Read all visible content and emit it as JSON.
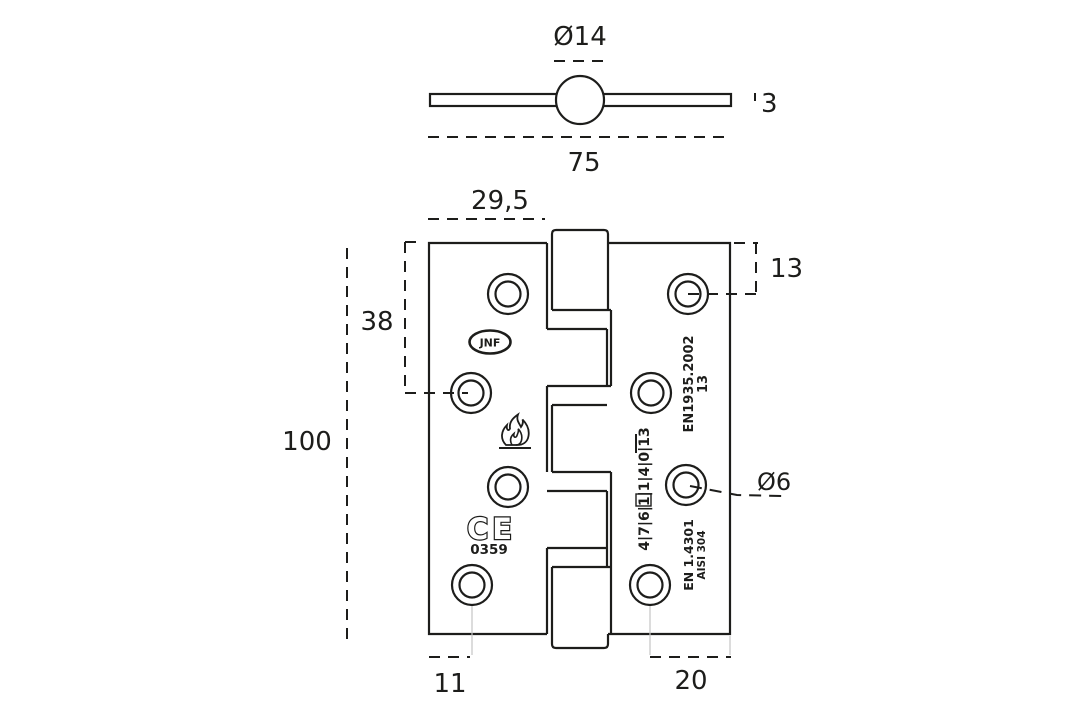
{
  "colors": {
    "line": "#1d1d1b",
    "faint": "#c4c4c4",
    "background": "#ffffff"
  },
  "top_view": {
    "pin_diameter_label": "Ø14",
    "thickness_label": "3",
    "width_label": "75"
  },
  "front_view": {
    "knuckle_width_label": "29,5",
    "top_hole_offset_label": "13",
    "second_hole_offset_label": "38",
    "height_label": "100",
    "screw_hole_diameter_label": "Ø6",
    "bottom_left_offset_label": "11",
    "bottom_right_offset_label": "20"
  },
  "markings": {
    "brand_logo": "JNF",
    "standard_code": "EN1935.2002",
    "standard_grade": "13",
    "classification_code": "4|7|6|1|1|4|0|13",
    "ce_mark": "CE",
    "ce_notified_body": "0359",
    "material_grade": "EN 1.4301",
    "material_aisi": "AISI 304"
  }
}
